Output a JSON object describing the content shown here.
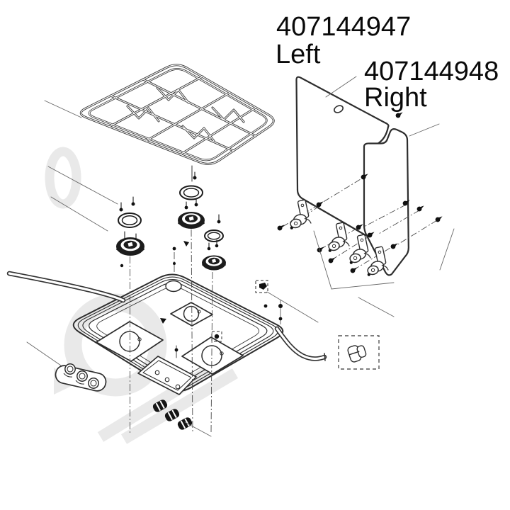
{
  "diagram": {
    "description": "Exploded parts diagram of a three-burner gas cooktop with twin glass lids",
    "part_labels": [
      {
        "part_number": "407144947",
        "position": "Left"
      },
      {
        "part_number": "407144948",
        "position": "Right"
      }
    ],
    "parts": [
      "pan-support-grate",
      "burner-cap-rings",
      "burner-bodies",
      "cooktop-tub",
      "control-panel-strip",
      "knob-stems",
      "gas-supply-pipe",
      "glass-lid-left",
      "glass-lid-right",
      "lid-hinges",
      "mounting-screws",
      "pipe-clip"
    ],
    "colors": {
      "line": "#2d2d2d",
      "label_text": "#0a0a0a",
      "watermark": "#e9e9e9",
      "background": "#ffffff"
    }
  }
}
